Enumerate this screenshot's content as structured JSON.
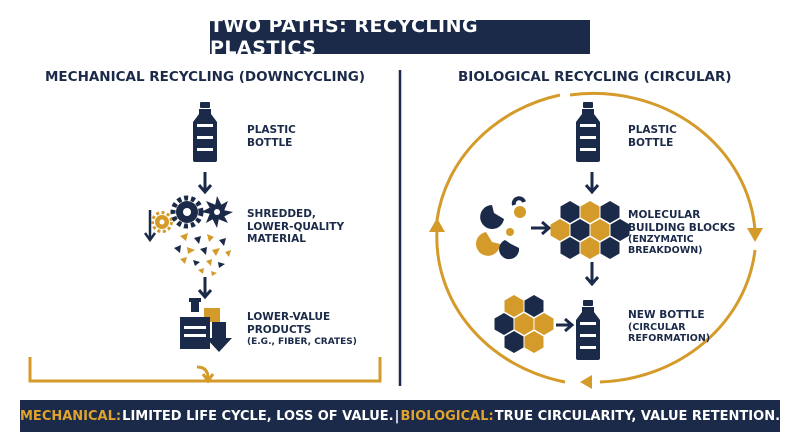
{
  "title": "TWO PATHS: RECYCLING PLASTICS",
  "colors": {
    "navy": "#1b2a48",
    "gold": "#d59b2a",
    "white": "#ffffff"
  },
  "mechanical": {
    "heading": "MECHANICAL RECYCLING (DOWNCYCLING)",
    "steps": [
      {
        "icon": "plastic-bottle-icon",
        "lines": [
          "PLASTIC",
          "BOTTLE"
        ]
      },
      {
        "icon": "shredder-gears-icon",
        "lines": [
          "SHREDDED,",
          "LOWER-QUALITY",
          "MATERIAL"
        ]
      },
      {
        "icon": "lower-value-products-icon",
        "lines": [
          "LOWER-VALUE",
          "PRODUCTS"
        ],
        "note": "(E.G., FIBER, CRATES)"
      }
    ]
  },
  "biological": {
    "heading": "BIOLOGICAL RECYCLING (CIRCULAR)",
    "steps": [
      {
        "icon": "plastic-bottle-icon",
        "lines": [
          "PLASTIC",
          "BOTTLE"
        ]
      },
      {
        "icon": "molecular-hexagons-icon",
        "lines": [
          "MOLECULAR",
          "BUILDING BLOCKS"
        ],
        "note": [
          "(ENZYMATIC",
          "BREAKDOWN)"
        ]
      },
      {
        "icon": "new-bottle-icon",
        "lines": [
          "NEW BOTTLE"
        ],
        "note": [
          "(CIRCULAR",
          "REFORMATION)"
        ]
      }
    ]
  },
  "footer": {
    "mechanical_label": "MECHANICAL:",
    "mechanical_text": "LIMITED LIFE CYCLE, LOSS OF VALUE.",
    "separator": "|",
    "biological_label": "BIOLOGICAL:",
    "biological_text": "TRUE CIRCULARITY, VALUE RETENTION."
  }
}
